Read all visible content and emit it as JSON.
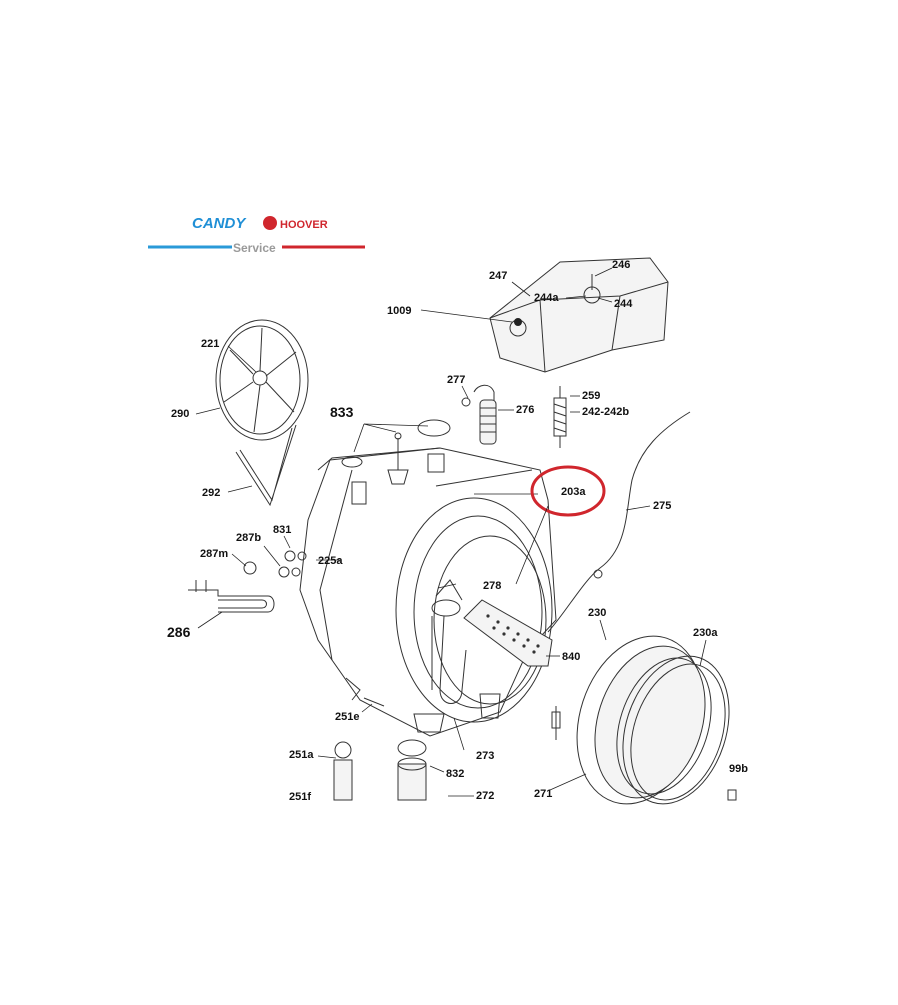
{
  "brand": {
    "candy": "CANDY",
    "hoover": "HOOVER",
    "service": "Service",
    "colors": {
      "candy": "#1f8fd6",
      "hoover": "#d0262d",
      "service_line_left": "#2a9ad8",
      "service_line_right": "#d0262d",
      "service_text": "#9a9a9a"
    }
  },
  "highlight": {
    "color": "#d0262d",
    "target": "203a"
  },
  "labels": {
    "p247": "247",
    "p246": "246",
    "p244a": "244a",
    "p244": "244",
    "p1009": "1009",
    "p221": "221",
    "p290": "290",
    "p292": "292",
    "p277": "277",
    "p276": "276",
    "p259": "259",
    "p242": "242-242b",
    "p833": "833",
    "p203a": "203a",
    "p275": "275",
    "p831": "831",
    "p287b": "287b",
    "p287m": "287m",
    "p225a": "225a",
    "p278": "278",
    "p286": "286",
    "p230": "230",
    "p230a": "230a",
    "p840": "840",
    "p251e": "251e",
    "p273": "273",
    "p251a": "251a",
    "p832": "832",
    "p251f": "251f",
    "p272": "272",
    "p271": "271",
    "p99b": "99b"
  }
}
